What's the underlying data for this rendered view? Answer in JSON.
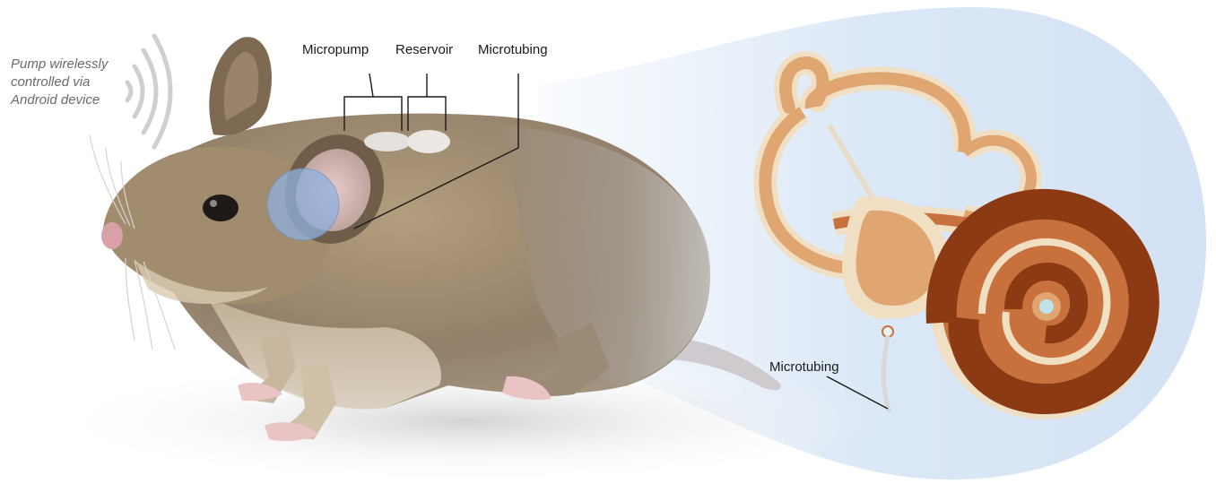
{
  "labels": {
    "wireless_line1": "Pump wirelessly",
    "wireless_line2": "controlled via",
    "wireless_line3": "Android device",
    "micropump": "Micropump",
    "reservoir": "Reservoir",
    "microtubing_top": "Microtubing",
    "microtubing_ear": "Microtubing"
  },
  "colors": {
    "fur": "#9a8466",
    "fur_light": "#d6cbb5",
    "ear_pink": "#e2c1c0",
    "ear_highlight": "#8fb0e0",
    "inner_ear_bg": "#d7e5f5",
    "cochlea_outer": "#e0a672",
    "cochlea_dark": "#8c3a14",
    "cochlea_mid": "#c9713d",
    "tissue": "#f1dfc3",
    "signal_waves": "#cccccc"
  },
  "icons": {
    "wireless": "wireless-signal-icon"
  }
}
